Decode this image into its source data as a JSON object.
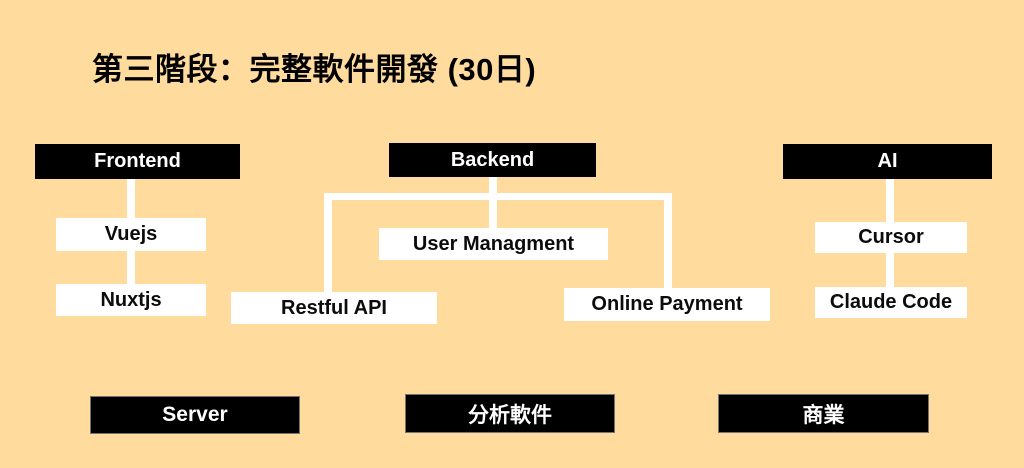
{
  "title": "第三階段：完整軟件開發 (30日)",
  "colors": {
    "background": "#FFDC9E",
    "node_black_bg": "#000000",
    "node_black_text": "#FFFFFF",
    "node_white_bg": "#FFFFFF",
    "node_white_text": "#0C0C0C",
    "connector": "#FFFFFF"
  },
  "diagram": {
    "frontend": {
      "header": "Frontend",
      "children": [
        "Vuejs",
        "Nuxtjs"
      ]
    },
    "backend": {
      "header": "Backend",
      "children": [
        "User Managment",
        "Restful API",
        "Online Payment"
      ]
    },
    "ai": {
      "header": "AI",
      "children": [
        "Cursor",
        "Claude Code"
      ]
    }
  },
  "bottom_row": [
    "Server",
    "分析軟件",
    "商業"
  ]
}
